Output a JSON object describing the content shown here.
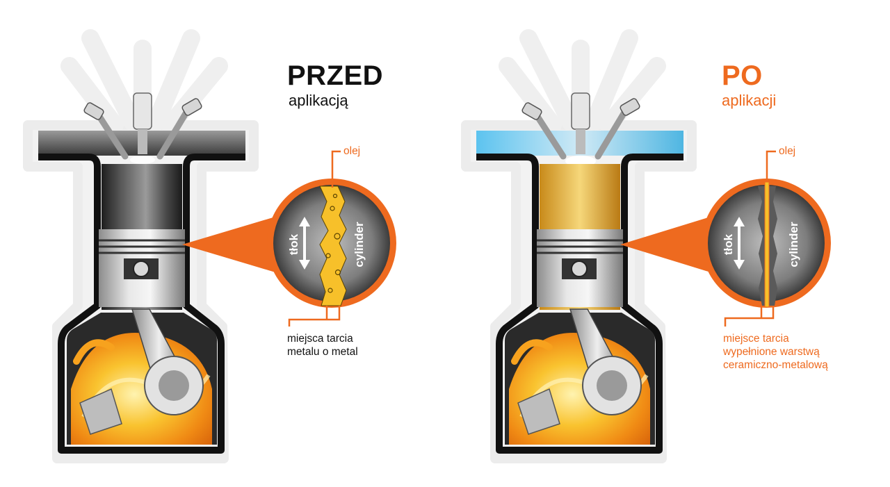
{
  "colors": {
    "accent": "#ee6a1f",
    "dark": "#111111",
    "oil": "#f6b21c",
    "coolant": "#4fb6e2",
    "metal_dark": "#3a3a3a",
    "metal_light": "#d9d9d9"
  },
  "before": {
    "title": "PRZED",
    "subtitle": "aplikacją",
    "oil_label": "olej",
    "piston_label": "tłok",
    "cylinder_label": "cylinder",
    "friction_label_lines": [
      "miejsca tarcia",
      "metalu o metal"
    ]
  },
  "after": {
    "title": "PO",
    "subtitle": "aplikacji",
    "oil_label": "olej",
    "piston_label": "tłok",
    "cylinder_label": "cylinder",
    "friction_label_lines": [
      "miejsce tarcia",
      "wypełnione warstwą",
      "ceramiczno-metalową"
    ]
  }
}
